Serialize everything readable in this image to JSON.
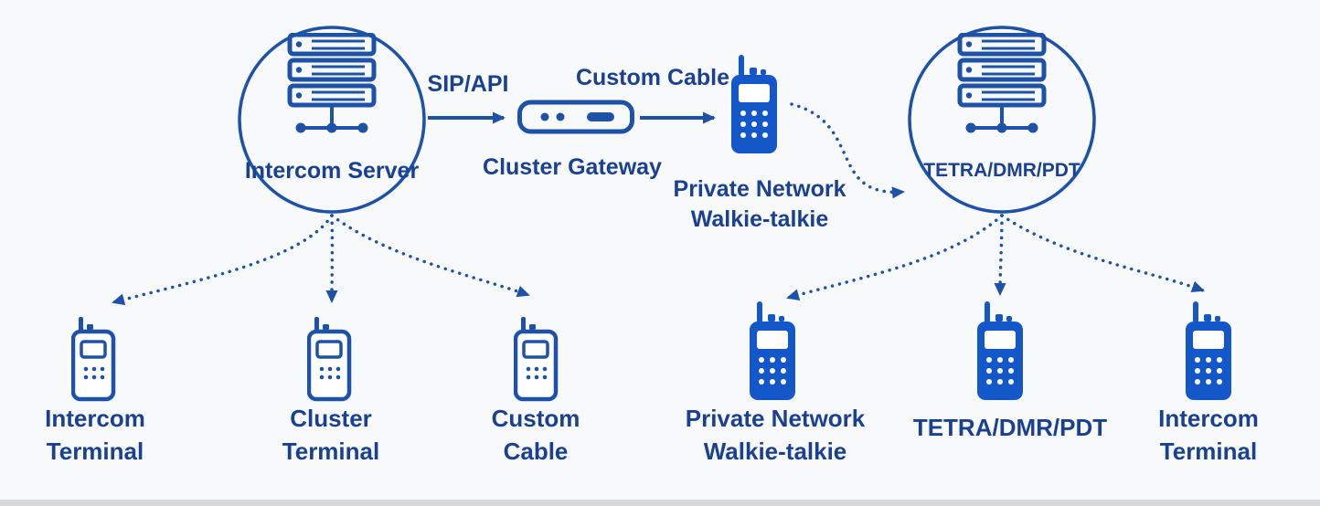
{
  "colors": {
    "primary_blue": "#1d52a8",
    "bright_blue": "#1457c8",
    "text_blue": "#1a4191",
    "background": "#f8f9fb",
    "bottom_edge_gray": "#d7dadd"
  },
  "icons": {
    "left_hub": "server-stack-icon",
    "right_hub": "server-stack-icon",
    "gateway": "cluster-gateway-device-icon",
    "top_device": "walkie-talkie-filled-icon",
    "left_devices": "walkie-talkie-outline-icon",
    "right_devices": "walkie-talkie-filled-icon"
  },
  "diagram": {
    "left_hub": {
      "label": "Intercom Server"
    },
    "right_hub": {
      "label": "TETRA/DMR/PDT"
    },
    "links": {
      "sip_api": "SIP/API",
      "custom_cable": "Custom Cable"
    },
    "gateway": {
      "label": "Cluster Gateway"
    },
    "top_device": {
      "label_line1": "Private Network",
      "label_line2": "Walkie-talkie"
    },
    "left_devices": [
      {
        "label_line1": "Intercom",
        "label_line2": "Terminal"
      },
      {
        "label_line1": "Cluster",
        "label_line2": "Terminal"
      },
      {
        "label_line1": "Custom",
        "label_line2": "Cable"
      }
    ],
    "right_devices": [
      {
        "label_line1": "Private Network",
        "label_line2": "Walkie-talkie"
      },
      {
        "label_line1": "TETRA/DMR/PDT",
        "label_line2": ""
      },
      {
        "label_line1": "Intercom",
        "label_line2": "Terminal"
      }
    ]
  }
}
